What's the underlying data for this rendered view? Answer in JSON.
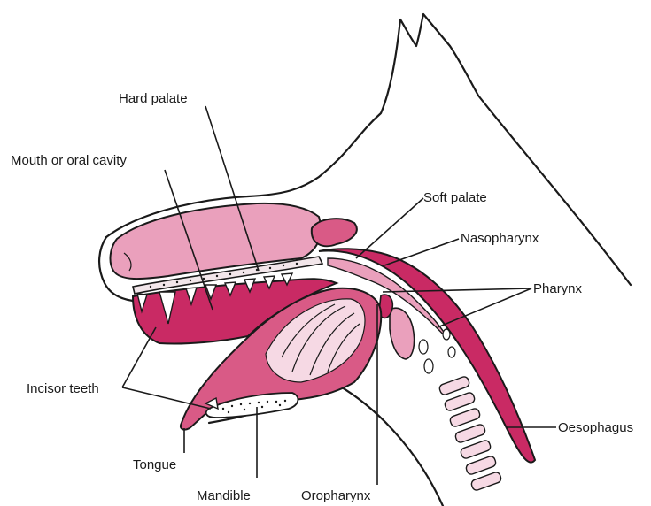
{
  "colors": {
    "deep": "#c92a64",
    "mid": "#d95a86",
    "light": "#eaa0bc",
    "pale": "#f6d9e4",
    "outline": "#1a1a1a",
    "background": "#ffffff"
  },
  "labels": {
    "hard_palate": "Hard palate",
    "mouth": "Mouth or oral cavity",
    "soft_palate": "Soft palate",
    "nasopharynx": "Nasopharynx",
    "pharynx": "Pharynx",
    "incisor_teeth": "Incisor teeth",
    "oesophagus": "Oesophagus",
    "tongue": "Tongue",
    "mandible": "Mandible",
    "oropharynx": "Oropharynx"
  }
}
